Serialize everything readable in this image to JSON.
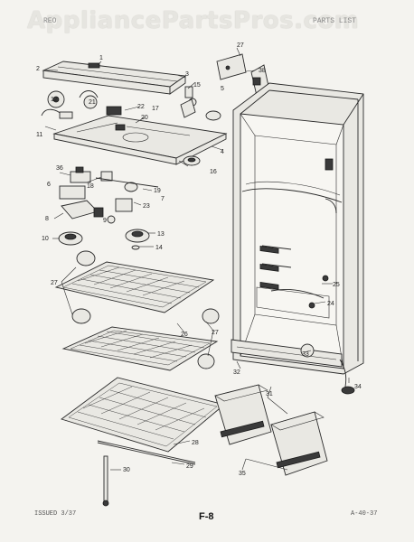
{
  "watermark": "AppliancePartsPros.com",
  "header": {
    "left": "REO",
    "right": "PARTS LIST"
  },
  "footer": {
    "issued": "ISSUED 3/37",
    "page": "F-8",
    "code": "A-40-37"
  },
  "callouts": {
    "c1": "1",
    "c2": "2",
    "c3": "3",
    "c4": "4",
    "c5": "5",
    "c6": "6",
    "c7": "7",
    "c8": "8",
    "c9": "9",
    "c10": "10",
    "c11": "11",
    "c12": "12",
    "c13": "13",
    "c14": "14",
    "c15": "15",
    "c16": "16",
    "c17": "17",
    "c18": "18",
    "c19": "19",
    "c20": "20",
    "c21": "21",
    "c22": "22",
    "c23": "23",
    "c24": "24",
    "c25": "25",
    "c26": "26",
    "c27": "27",
    "c28": "28",
    "c29": "29",
    "c30": "30",
    "c31": "31",
    "c32": "32",
    "c33": "33",
    "c34": "34",
    "c35": "35",
    "c36": "36",
    "c38": "38"
  }
}
